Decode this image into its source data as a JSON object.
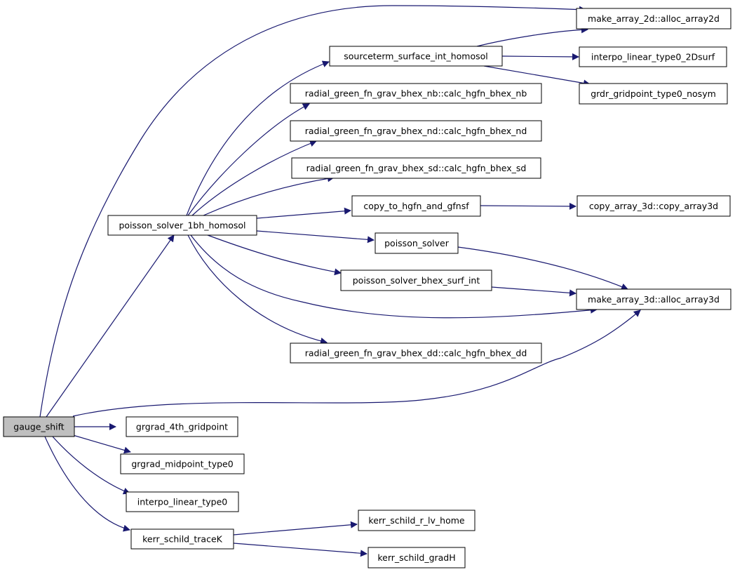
{
  "colors": {
    "edge": "#191970",
    "node_fill": "#ffffff",
    "root_fill": "#bfbfbf",
    "border": "#000000"
  },
  "nodes": {
    "gauge_shift": "gauge_shift",
    "poisson_solver_1bh_homosol": "poisson_solver_1bh_homosol",
    "make_array_2d_alloc": "make_array_2d::alloc_array2d",
    "sourceterm_surface_int_homosol": "sourceterm_surface_int_homosol",
    "interpo_linear_type0_2dsurf": "interpo_linear_type0_2Dsurf",
    "grdr_gridpoint_type0_nosym": "grdr_gridpoint_type0_nosym",
    "calc_hgfn_bhex_nb": "radial_green_fn_grav_bhex_nb::calc_hgfn_bhex_nb",
    "calc_hgfn_bhex_nd": "radial_green_fn_grav_bhex_nd::calc_hgfn_bhex_nd",
    "calc_hgfn_bhex_sd": "radial_green_fn_grav_bhex_sd::calc_hgfn_bhex_sd",
    "copy_to_hgfn_and_gfnsf": "copy_to_hgfn_and_gfnsf",
    "copy_array_3d": "copy_array_3d::copy_array3d",
    "poisson_solver": "poisson_solver",
    "poisson_solver_bhex_surf_int": "poisson_solver_bhex_surf_int",
    "make_array_3d_alloc": "make_array_3d::alloc_array3d",
    "calc_hgfn_bhex_dd": "radial_green_fn_grav_bhex_dd::calc_hgfn_bhex_dd",
    "grgrad_4th_gridpoint": "grgrad_4th_gridpoint",
    "grgrad_midpoint_type0": "grgrad_midpoint_type0",
    "interpo_linear_type0": "interpo_linear_type0",
    "kerr_schild_tracek": "kerr_schild_traceK",
    "kerr_schild_r_lv_home": "kerr_schild_r_lv_home",
    "kerr_schild_gradh": "kerr_schild_gradH"
  }
}
